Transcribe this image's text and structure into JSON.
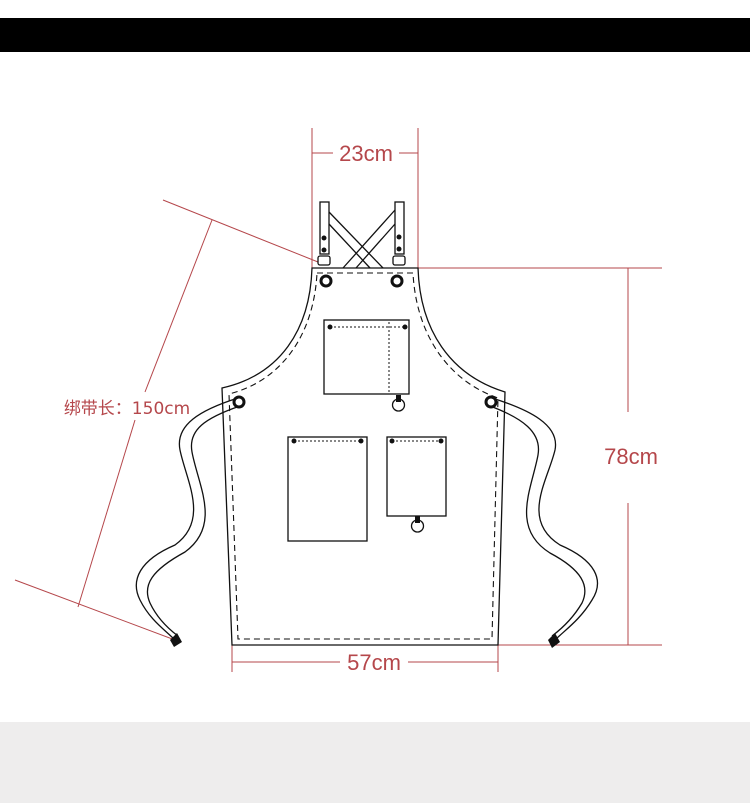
{
  "dimensions": {
    "top_width": "23cm",
    "height": "78cm",
    "bottom_width": "57cm",
    "strap_length": "绑带长：150cm"
  },
  "colors": {
    "dimension": "#b5474b",
    "outline": "#111111",
    "top_bar": "#000000",
    "footer": "#eeeded"
  }
}
